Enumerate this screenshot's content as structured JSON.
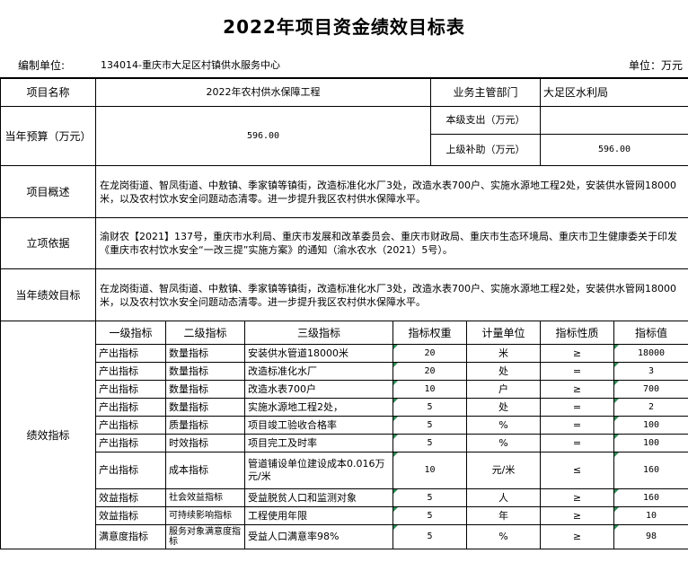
{
  "title": "2022年项目资金绩效目标表",
  "meta": {
    "unit_label": "编制单位:",
    "unit_value": "134014-重庆市大足区村镇供水服务中心",
    "amount_unit": "单位：万元"
  },
  "labels": {
    "project_name": "项目名称",
    "dept": "业务主管部门",
    "budget": "当年预算（万元）",
    "own_expense": "本级支出（万元）",
    "upper_subsidy": "上级补助（万元）",
    "overview": "项目概述",
    "basis": "立项依据",
    "goal": "当年绩效目标",
    "perf": "绩效指标"
  },
  "values": {
    "project_name": "2022年农村供水保障工程",
    "dept": "大足区水利局",
    "budget": "596.00",
    "own_expense": "",
    "upper_subsidy": "596.00",
    "overview": "在龙岗街道、智凤街道、中敖镇、季家镇等镇街，改造标准化水厂3处，改造水表700户、实施水源地工程2处，安装供水管网18000米，以及农村饮水安全问题动态清零。进一步提升我区农村供水保障水平。",
    "basis": "渝财农【2021】137号，重庆市水利局、重庆市发展和改革委员会、重庆市财政局、重庆市生态环境局、重庆市卫生健康委关于印发《重庆市农村饮水安全“一改三提”实施方案》的通知（渝水农水（2021）5号）。",
    "goal": "在龙岗街道、智凤街道、中敖镇、季家镇等镇街，改造标准化水厂3处，改造水表700户、实施水源地工程2处，安装供水管网18000米，以及农村饮水安全问题动态清零。进一步提升我区农村供水保障水平。"
  },
  "indicator_headers": [
    "一级指标",
    "二级指标",
    "三级指标",
    "指标权重",
    "计量单位",
    "指标性质",
    "指标值"
  ],
  "indicators": [
    {
      "l1": "产出指标",
      "l2": "数量指标",
      "l3": "安装供水管道18000米",
      "weight": "20",
      "unit": "米",
      "nature": "≥",
      "value": "18000"
    },
    {
      "l1": "产出指标",
      "l2": "数量指标",
      "l3": "改造标准化水厂",
      "weight": "20",
      "unit": "处",
      "nature": "=",
      "value": "3"
    },
    {
      "l1": "产出指标",
      "l2": "数量指标",
      "l3": "改造水表700户",
      "weight": "10",
      "unit": "户",
      "nature": "≥",
      "value": "700"
    },
    {
      "l1": "产出指标",
      "l2": "数量指标",
      "l3": "实施水源地工程2处，",
      "weight": "5",
      "unit": "处",
      "nature": "=",
      "value": "2"
    },
    {
      "l1": "产出指标",
      "l2": "质量指标",
      "l3": "项目竣工验收合格率",
      "weight": "5",
      "unit": "%",
      "nature": "=",
      "value": "100"
    },
    {
      "l1": "产出指标",
      "l2": "时效指标",
      "l3": "项目完工及时率",
      "weight": "5",
      "unit": "%",
      "nature": "=",
      "value": "100"
    },
    {
      "l1": "产出指标",
      "l2": "成本指标",
      "l3": "管道铺设单位建设成本0.016万元/米",
      "weight": "10",
      "unit": "元/米",
      "nature": "≤",
      "value": "160"
    },
    {
      "l1": "效益指标",
      "l2": "社会效益指标",
      "l3": "受益脱贫人口和监测对象",
      "weight": "5",
      "unit": "人",
      "nature": "≥",
      "value": "160"
    },
    {
      "l1": "效益指标",
      "l2": "可持续影响指标",
      "l3": "工程使用年限",
      "weight": "5",
      "unit": "年",
      "nature": "≥",
      "value": "10"
    },
    {
      "l1": "满意度指标",
      "l2": "服务对象满意度指标",
      "l3": "受益人口满意率98%",
      "weight": "5",
      "unit": "%",
      "nature": "≥",
      "value": "98"
    }
  ]
}
